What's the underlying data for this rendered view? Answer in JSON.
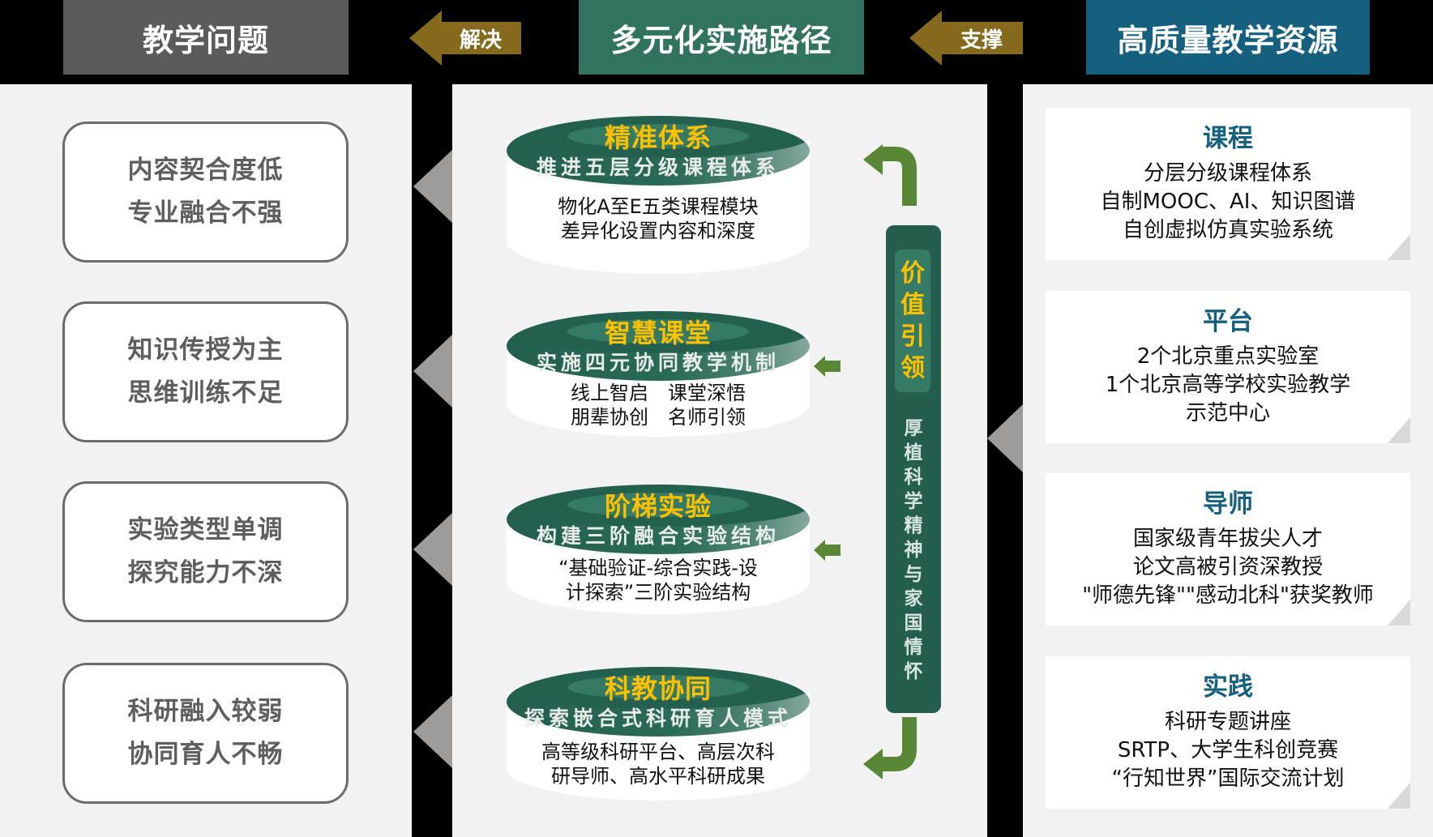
{
  "header": {
    "problems_title": "教学问题",
    "paths_title": "多元化实施路径",
    "resources_title": "高质量教学资源",
    "solve_label": "解决",
    "support_label": "支撑"
  },
  "colors": {
    "problems_header": "#5b5b5b",
    "paths_header": "#317360",
    "resources_header": "#16607f",
    "arrow_gold": "#85691d",
    "cylinder_green": "#235e4f",
    "title_yellow": "#ffc000",
    "arrow_green": "#5a8735",
    "panel_bg": "#f2f2f2"
  },
  "problems": [
    {
      "line1": "内容契合度低",
      "line2": "专业融合不强"
    },
    {
      "line1": "知识传授为主",
      "line2": "思维训练不足"
    },
    {
      "line1": "实验类型单调",
      "line2": "探究能力不深"
    },
    {
      "line1": "科研融入较弱",
      "line2": "协同育人不畅"
    }
  ],
  "paths": [
    {
      "title": "精准体系",
      "subtitle": "推进五层分级课程体系",
      "line1": "物化A至E五类课程模块",
      "line2": "差异化设置内容和深度"
    },
    {
      "title": "智慧课堂",
      "subtitle": "实施四元协同教学机制",
      "line1": "线上智启　课堂深悟",
      "line2": "朋辈协创　名师引领"
    },
    {
      "title": "阶梯实验",
      "subtitle": "构建三阶融合实验结构",
      "line1": "“基础验证-综合实践-设",
      "line2": "计探索”三阶实验结构"
    },
    {
      "title": "科教协同",
      "subtitle": "探索嵌合式科研育人模式",
      "line1": "高等级科研平台、高层次科",
      "line2": "研导师、高水平科研成果"
    }
  ],
  "value_bar": {
    "highlight": [
      "价",
      "值",
      "引",
      "领"
    ],
    "text": [
      "厚",
      "植",
      "科",
      "学",
      "精",
      "神",
      "与",
      "家",
      "国",
      "情",
      "怀"
    ]
  },
  "resources": [
    {
      "title": "课程",
      "lines": [
        "分层分级课程体系",
        "自制MOOC、AI、知识图谱",
        "自创虚拟仿真实验系统"
      ]
    },
    {
      "title": "平台",
      "lines": [
        "2个北京重点实验室",
        "1个北京高等学校实验教学",
        "示范中心"
      ]
    },
    {
      "title": "导师",
      "lines": [
        "国家级青年拔尖人才",
        "论文高被引资深教授",
        "\"师德先锋\"\"感动北科\"获奖教师"
      ]
    },
    {
      "title": "实践",
      "lines": [
        "科研专题讲座",
        "SRTP、大学生科创竞赛",
        "“行知世界”国际交流计划"
      ]
    }
  ]
}
